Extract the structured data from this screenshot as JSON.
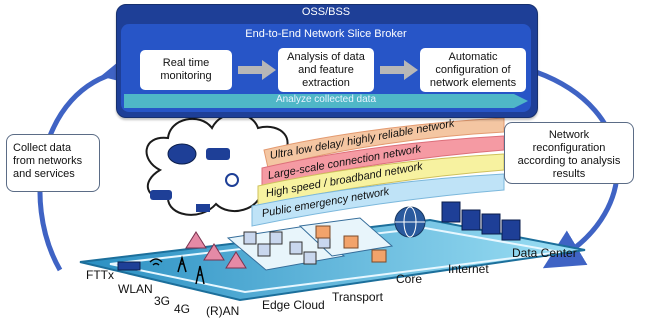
{
  "oss_bss": {
    "title": "OSS/BSS",
    "broker_title": "End-to-End Network Slice Broker",
    "steps": [
      "Real time monitoring",
      "Analysis of data and feature extraction",
      "Automatic configuration of network elements"
    ],
    "analyze_label": "Analyze collected data"
  },
  "side_boxes": {
    "collect": "Collect data from networks and services",
    "reconfig": "Network reconfiguration according to analysis results"
  },
  "slices": [
    {
      "label": "Ultra low delay/ highly reliable network",
      "color": "#f4c6a2"
    },
    {
      "label": "Large-scale connection network",
      "color": "#f59aa3"
    },
    {
      "label": "High speed / broadband network",
      "color": "#f7f2a0"
    },
    {
      "label": "Public emergency network",
      "color": "#bfe3f7"
    }
  ],
  "segments": {
    "fttx": "FTTx",
    "wlan": "WLAN",
    "g3": "3G",
    "g4": "4G",
    "ran": "(R)AN",
    "edge_cloud": "Edge Cloud",
    "transport": "Transport",
    "core": "Core",
    "internet": "Internet",
    "data_center": "Data Center"
  },
  "colors": {
    "oss_outer": "#1e3f97",
    "broker": "#2755c7",
    "platform": "#8fd3ea",
    "arrow_blue": "#3f63c4"
  }
}
